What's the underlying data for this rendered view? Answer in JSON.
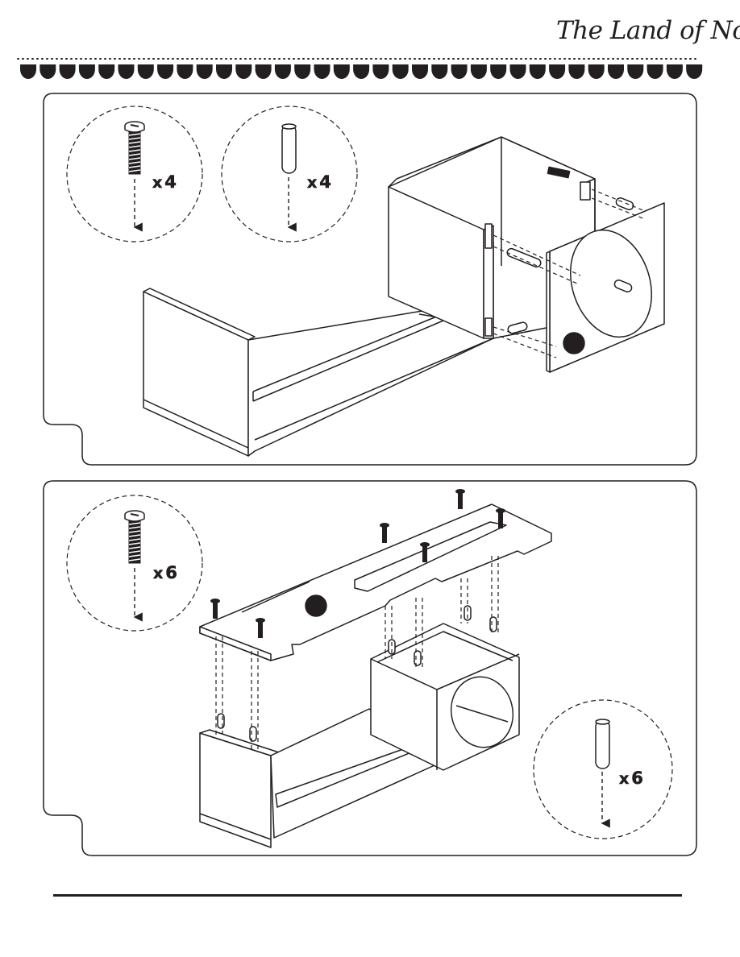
{
  "brand": {
    "logo_text": "The Land of Nod"
  },
  "steps": [
    {
      "hardware": [
        {
          "part": "screw-icon",
          "quantity_prefix": "x",
          "quantity": "4"
        },
        {
          "part": "wood-dowel-icon",
          "quantity_prefix": "x",
          "quantity": "4"
        }
      ]
    },
    {
      "hardware": [
        {
          "part": "screw-icon",
          "quantity_prefix": "x",
          "quantity": "6"
        },
        {
          "part": "wood-dowel-icon",
          "quantity_prefix": "x",
          "quantity": "6"
        }
      ]
    }
  ],
  "colors": {
    "ink": "#231f20",
    "paper": "#ffffff"
  }
}
